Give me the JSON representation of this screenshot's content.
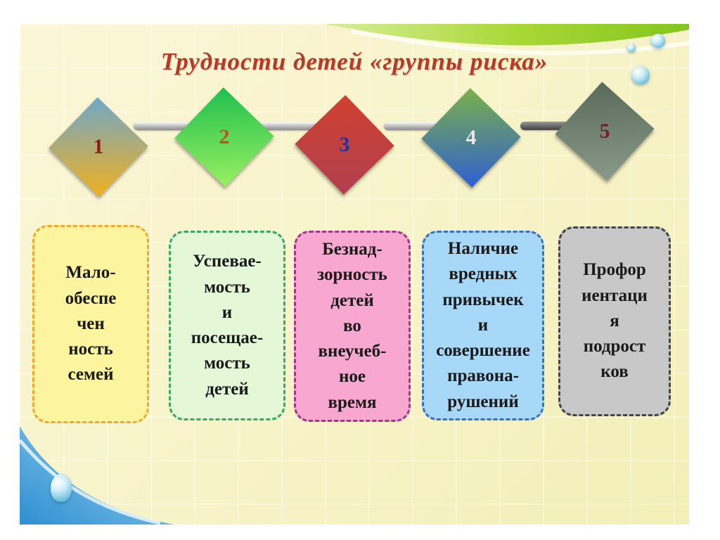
{
  "slide": {
    "title": "Трудности детей «группы риска»",
    "colors": {
      "title": "#b23c2a",
      "background": "#f7f3c8",
      "swoosh_green": "#9fd32a",
      "swoosh_blue": "#3ea8e0"
    }
  },
  "steps": [
    {
      "number": "1",
      "number_color": "#8b1a1a",
      "diamond_gradient": [
        "#6fa8c8",
        "#f0b020"
      ],
      "card_fill": "#fdf4a0",
      "card_border": "#f0a830",
      "lines": [
        "Мало-",
        "обеспе",
        "чен",
        "ность",
        "семей"
      ]
    },
    {
      "number": "2",
      "number_color": "#c05020",
      "diamond_gradient": [
        "#1fbf50",
        "#9af060"
      ],
      "card_fill": "#e4f8d8",
      "card_border": "#3aa860",
      "lines": [
        "Успевае-",
        "мость",
        "и",
        "посещае-",
        "мость",
        "детей"
      ]
    },
    {
      "number": "3",
      "number_color": "#2030a0",
      "diamond_gradient": [
        "#d04030",
        "#b04050"
      ],
      "card_fill": "#f8a8d0",
      "card_border": "#9b3a8a",
      "lines": [
        "Безнад-",
        "зорность",
        "детей",
        "во",
        "внеучеб-",
        "ное",
        "время"
      ]
    },
    {
      "number": "4",
      "number_color": "#e8e8e8",
      "diamond_gradient": [
        "#7ab04a",
        "#3060d0"
      ],
      "card_fill": "#a8d8f8",
      "card_border": "#3a70c0",
      "lines": [
        "Наличие",
        "вредных",
        "привычек",
        "и",
        "совершение",
        "правона-",
        "рушений"
      ]
    },
    {
      "number": "5",
      "number_color": "#7a1a2a",
      "diamond_gradient": [
        "#5a6a5a",
        "#8a9a8a"
      ],
      "card_fill": "#c8c8c8",
      "card_border": "#444444",
      "lines": [
        "Профор",
        "иентаци",
        "я",
        "подрост",
        "ков"
      ]
    }
  ]
}
